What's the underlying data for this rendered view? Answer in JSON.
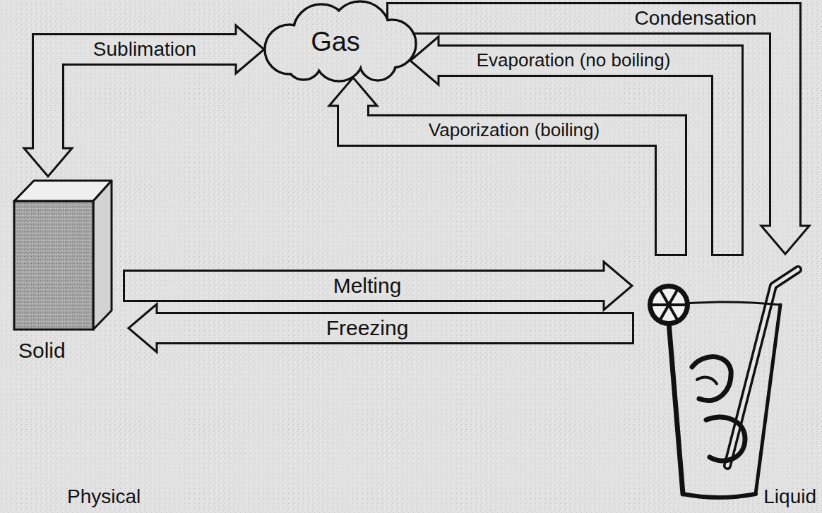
{
  "diagram": {
    "nodes": [
      {
        "text": [
          "Gas"
        ]
      },
      {
        "text": [
          "Solid"
        ]
      },
      {
        "text": [
          "Liquid"
        ]
      }
    ],
    "edges": [
      {
        "from": 1,
        "to": 0,
        "arrow": "both",
        "label": "Sublimation"
      },
      {
        "from": 0,
        "to": 2,
        "arrow": "to",
        "label": "Condensation"
      },
      {
        "from": 2,
        "to": 0,
        "arrow": "to",
        "label": "Evaporation (no boiling)"
      },
      {
        "from": 2,
        "to": 0,
        "arrow": "to",
        "label": "Vaporization (boiling)"
      },
      {
        "from": 1,
        "to": 2,
        "arrow": "to",
        "label": "Melting"
      },
      {
        "from": 2,
        "to": 1,
        "arrow": "to",
        "label": "Freezing"
      }
    ],
    "labels": [
      "Physical"
    ]
  }
}
